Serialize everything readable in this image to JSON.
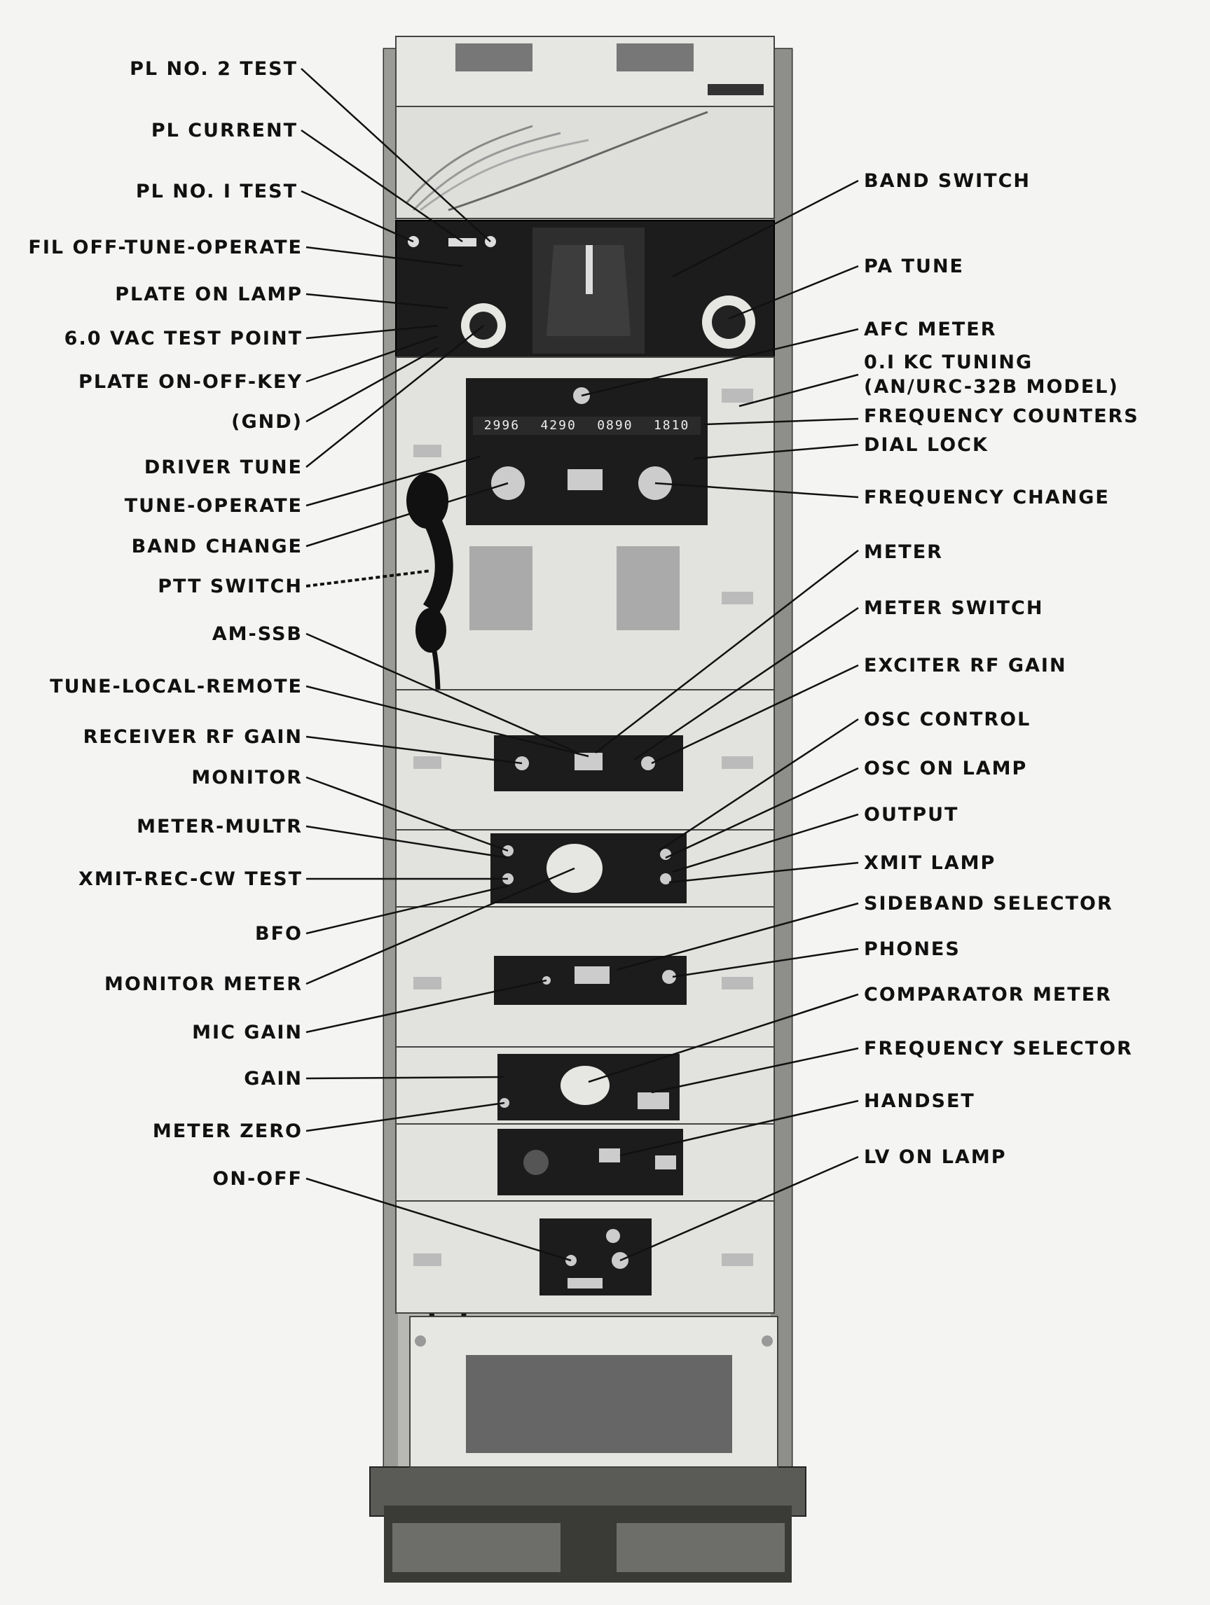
{
  "diagram": {
    "left_callouts": [
      {
        "id": "pl-no2-test",
        "text": "PL NO. 2 TEST"
      },
      {
        "id": "pl-current",
        "text": "PL CURRENT"
      },
      {
        "id": "pl-no1-test",
        "text": "PL NO. I TEST"
      },
      {
        "id": "fil-off-tune-operate",
        "text": "FIL OFF-TUNE-OPERATE"
      },
      {
        "id": "plate-on-lamp",
        "text": "PLATE ON LAMP"
      },
      {
        "id": "vac-test-point",
        "text": "6.0 VAC TEST POINT"
      },
      {
        "id": "plate-on-off-key",
        "text": "PLATE ON-OFF-KEY"
      },
      {
        "id": "gnd",
        "text": "(GND)"
      },
      {
        "id": "driver-tune",
        "text": "DRIVER TUNE"
      },
      {
        "id": "tune-operate",
        "text": "TUNE-OPERATE"
      },
      {
        "id": "band-change",
        "text": "BAND CHANGE"
      },
      {
        "id": "ptt-switch",
        "text": "PTT SWITCH"
      },
      {
        "id": "am-ssb",
        "text": "AM-SSB"
      },
      {
        "id": "tune-local-remote",
        "text": "TUNE-LOCAL-REMOTE"
      },
      {
        "id": "receiver-rf-gain",
        "text": "RECEIVER RF GAIN"
      },
      {
        "id": "monitor",
        "text": "MONITOR"
      },
      {
        "id": "meter-multr",
        "text": "METER-MULTR"
      },
      {
        "id": "xmit-rec-cw-test",
        "text": "XMIT-REC-CW TEST"
      },
      {
        "id": "bfo",
        "text": "BFO"
      },
      {
        "id": "monitor-meter",
        "text": "MONITOR METER"
      },
      {
        "id": "mic-gain",
        "text": "MIC GAIN"
      },
      {
        "id": "gain",
        "text": "GAIN"
      },
      {
        "id": "meter-zero",
        "text": "METER ZERO"
      },
      {
        "id": "on-off",
        "text": "ON-OFF"
      }
    ],
    "right_callouts": [
      {
        "id": "band-switch",
        "text": "BAND SWITCH"
      },
      {
        "id": "pa-tune",
        "text": "PA TUNE"
      },
      {
        "id": "afc-meter",
        "text": "AFC METER"
      },
      {
        "id": "kc-tuning",
        "text": "0.I KC TUNING"
      },
      {
        "id": "kc-tuning-model",
        "text": "(AN/URC-32B MODEL)"
      },
      {
        "id": "frequency-counters",
        "text": "FREQUENCY COUNTERS"
      },
      {
        "id": "dial-lock",
        "text": "DIAL LOCK"
      },
      {
        "id": "frequency-change",
        "text": "FREQUENCY CHANGE"
      },
      {
        "id": "meter",
        "text": "METER"
      },
      {
        "id": "meter-switch",
        "text": "METER SWITCH"
      },
      {
        "id": "exciter-rf-gain",
        "text": "EXCITER RF GAIN"
      },
      {
        "id": "osc-control",
        "text": "OSC CONTROL"
      },
      {
        "id": "osc-on-lamp",
        "text": "OSC ON LAMP"
      },
      {
        "id": "output",
        "text": "OUTPUT"
      },
      {
        "id": "xmit-lamp",
        "text": "XMIT LAMP"
      },
      {
        "id": "sideband-selector",
        "text": "SIDEBAND SELECTOR"
      },
      {
        "id": "phones",
        "text": "PHONES"
      },
      {
        "id": "comparator-meter",
        "text": "COMPARATOR METER"
      },
      {
        "id": "frequency-selector",
        "text": "FREQUENCY SELECTOR"
      },
      {
        "id": "handset",
        "text": "HANDSET"
      },
      {
        "id": "lv-on-lamp",
        "text": "LV ON LAMP"
      }
    ],
    "counter_digits": [
      "2996",
      "4290",
      "0890",
      "1810"
    ],
    "colors": {
      "paper": "#f4f4f2",
      "ink": "#111111",
      "panel_dark": "#1c1c1c",
      "panel_light": "#dcdcd8",
      "rack": "#8e8e8a"
    }
  }
}
